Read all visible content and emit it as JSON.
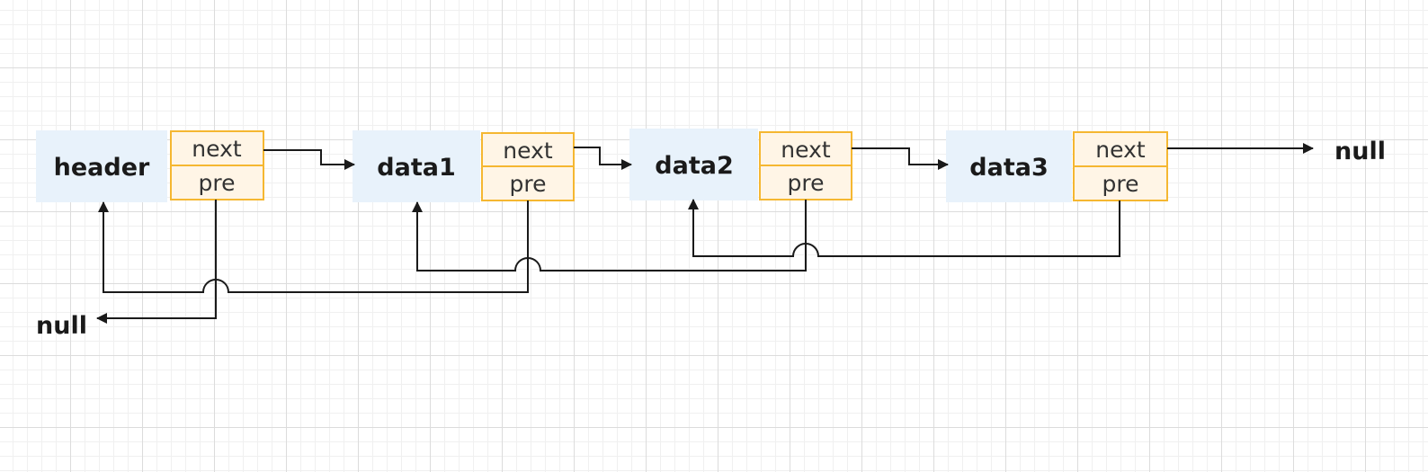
{
  "nodes": [
    {
      "label": "header",
      "next": "next",
      "pre": "pre"
    },
    {
      "label": "data1",
      "next": "next",
      "pre": "pre"
    },
    {
      "label": "data2",
      "next": "next",
      "pre": "pre"
    },
    {
      "label": "data3",
      "next": "next",
      "pre": "pre"
    }
  ],
  "null_left": "null",
  "null_right": "null",
  "colors": {
    "node_fill": "#e8f2fb",
    "field_fill": "#fff5e6",
    "field_stroke": "#f5b731",
    "line": "#1a1a1a"
  }
}
